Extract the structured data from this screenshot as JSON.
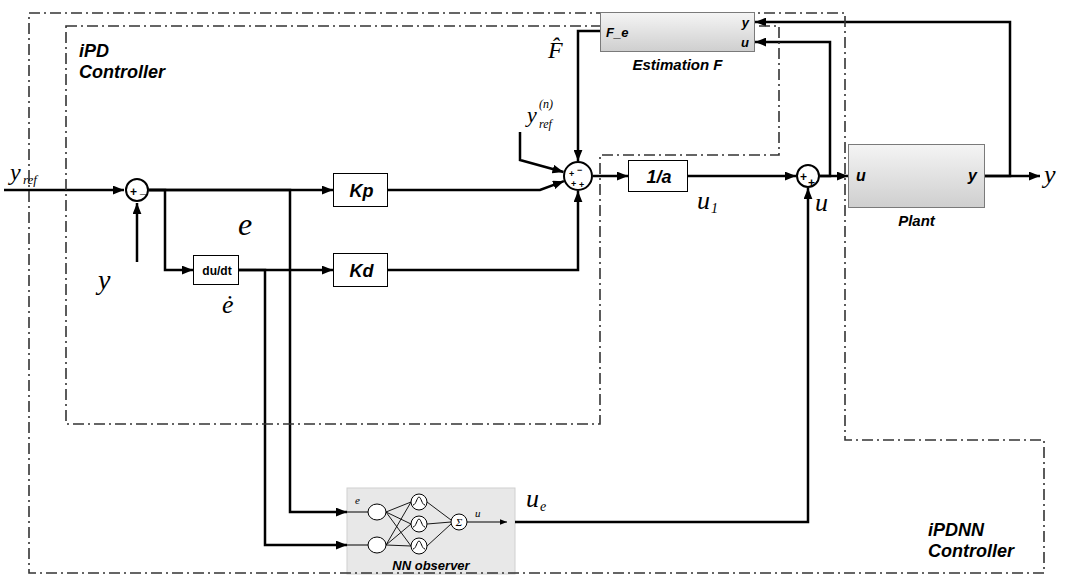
{
  "diagram": {
    "nodes": [
      {
        "text": [
          "iPDNN Controller"
        ]
      },
      {
        "text": [
          "iPD Controller"
        ],
        "in": 0
      },
      {
        "text": [
          "F_e",
          "y",
          "u",
          "Estimation F"
        ],
        "in": 1
      },
      {
        "text": [
          "+",
          "_"
        ],
        "in": 1
      },
      {
        "text": [
          "du/dt"
        ],
        "in": 1
      },
      {
        "text": [
          "Kp"
        ],
        "in": 1
      },
      {
        "text": [
          "Kd"
        ],
        "in": 1
      },
      {
        "text": [
          "−",
          "+",
          "+",
          "+"
        ],
        "in": 1
      },
      {
        "text": [
          "1/a"
        ],
        "in": 0
      },
      {
        "text": [
          "+",
          "+"
        ],
        "in": 0
      },
      {
        "text": [
          "u",
          "y",
          "Plant"
        ]
      },
      {
        "text": [
          "e",
          "Σ",
          "u",
          "NN observer"
        ],
        "in": 0
      }
    ],
    "edges": [
      {
        "from": 3,
        "to": 5,
        "arrow": "to"
      },
      {
        "from": 3,
        "to": 4,
        "arrow": "to"
      },
      {
        "from": 4,
        "to": 6,
        "arrow": "to"
      },
      {
        "from": 5,
        "to": 7,
        "arrow": "to"
      },
      {
        "from": 6,
        "to": 7,
        "arrow": "to"
      },
      {
        "from": 2,
        "to": 7,
        "label": "F̂",
        "arrow": "to"
      },
      {
        "from": 7,
        "to": 8,
        "arrow": "to"
      },
      {
        "from": 8,
        "to": 9,
        "arrow": "to"
      },
      {
        "from": 9,
        "to": 10,
        "arrow": "to"
      },
      {
        "from": 9,
        "to": 2,
        "arrow": "to"
      },
      {
        "from": 10,
        "to": 2,
        "arrow": "to"
      },
      {
        "from": 3,
        "to": 11,
        "arrow": "to"
      },
      {
        "from": 4,
        "to": 11,
        "arrow": "to"
      },
      {
        "from": 11,
        "to": 9,
        "arrow": "to"
      }
    ],
    "labels": [
      "y",
      "ref",
      "y",
      "e",
      "ė",
      "y",
      "(n)",
      "ref",
      "u",
      "1",
      "u",
      "u",
      "e",
      "y"
    ]
  }
}
